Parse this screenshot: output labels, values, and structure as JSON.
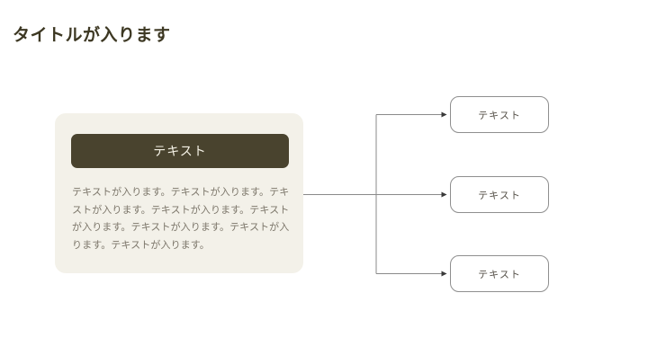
{
  "slide": {
    "title": "タイトルが入ります"
  },
  "card": {
    "header_label": "テキスト",
    "body_text": "テキストが入ります。テキストが入ります。テキストが入ります。テキストが入ります。テキストが入ります。テキストが入ります。テキストが入ります。テキストが入ります。"
  },
  "nodes": [
    {
      "label": "テキスト"
    },
    {
      "label": "テキスト"
    },
    {
      "label": "テキスト"
    }
  ],
  "colors": {
    "title": "#3d3823",
    "card_background": "#f3f1e9",
    "card_header_background": "#49432e",
    "card_header_text": "#f5f2e6",
    "card_body_text": "#7c766a",
    "connector_line": "#8a8a8a",
    "arrowhead": "#3a3a3a",
    "node_border": "#8f8f8f",
    "node_text": "#57524a"
  }
}
